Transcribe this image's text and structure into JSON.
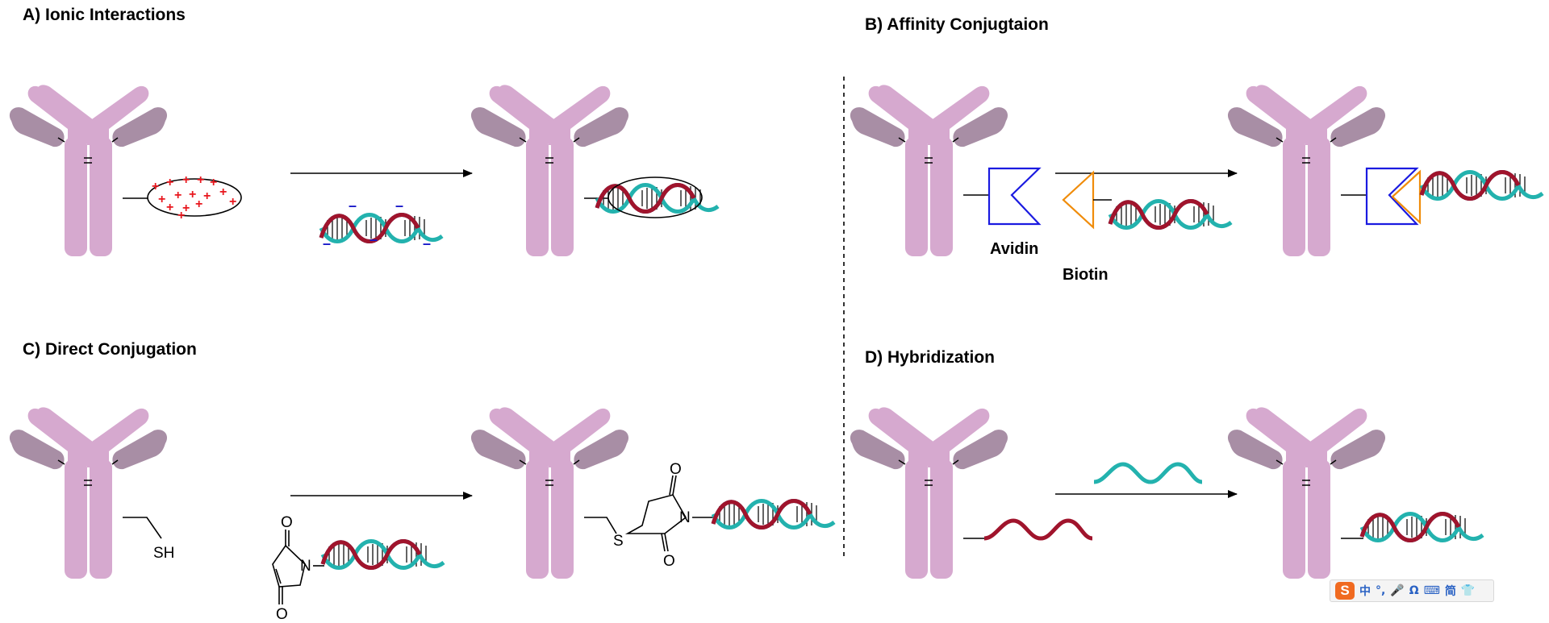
{
  "panels": {
    "a": {
      "title": "A)  Ionic Interactions"
    },
    "b": {
      "title": "B)  Affinity Conjugtaion",
      "avidin_label": "Avidin",
      "biotin_label": "Biotin"
    },
    "c": {
      "title": "C)  Direct Conjugation",
      "thiol_label": "SH",
      "sulfur_label": "S",
      "oxygen_label": "O",
      "nitrogen_label": "N"
    },
    "d": {
      "title": "D)  Hybridization"
    }
  },
  "charges": {
    "positive": "+",
    "negative": "–"
  },
  "colors": {
    "antibody_light": "#d6a9cf",
    "antibody_dark": "#a88ea5",
    "dna_red": "#a0142c",
    "dna_navy": "#1b2a66",
    "dna_teal": "#23b2ae",
    "charge_red": "#e8161d",
    "charge_blue": "#1616c8",
    "avidin_blue": "#1a1ae0",
    "biotin_orange": "#f08c0a"
  },
  "ime_toolbar": {
    "logo": "S",
    "items": [
      "中",
      "°,",
      "🎤",
      "Ω",
      "⌨",
      "简",
      "👕"
    ]
  }
}
